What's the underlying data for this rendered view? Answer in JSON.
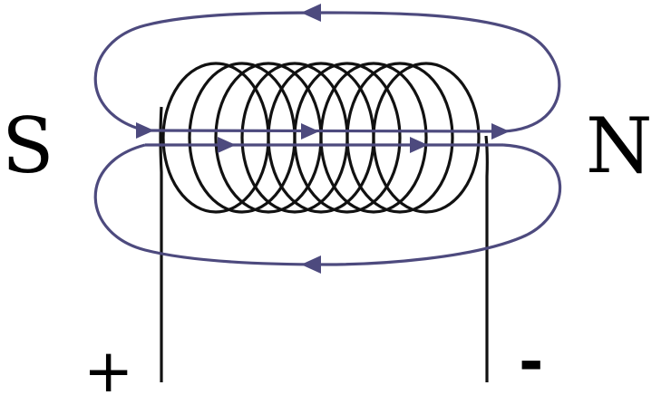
{
  "labels": {
    "south_pole": "S",
    "north_pole": "N",
    "positive_terminal": "+",
    "negative_terminal": "-"
  },
  "colors": {
    "coil": "#111111",
    "field_lines": "#4d4a7e",
    "background": "#ffffff"
  },
  "coil": {
    "turns": 9
  }
}
